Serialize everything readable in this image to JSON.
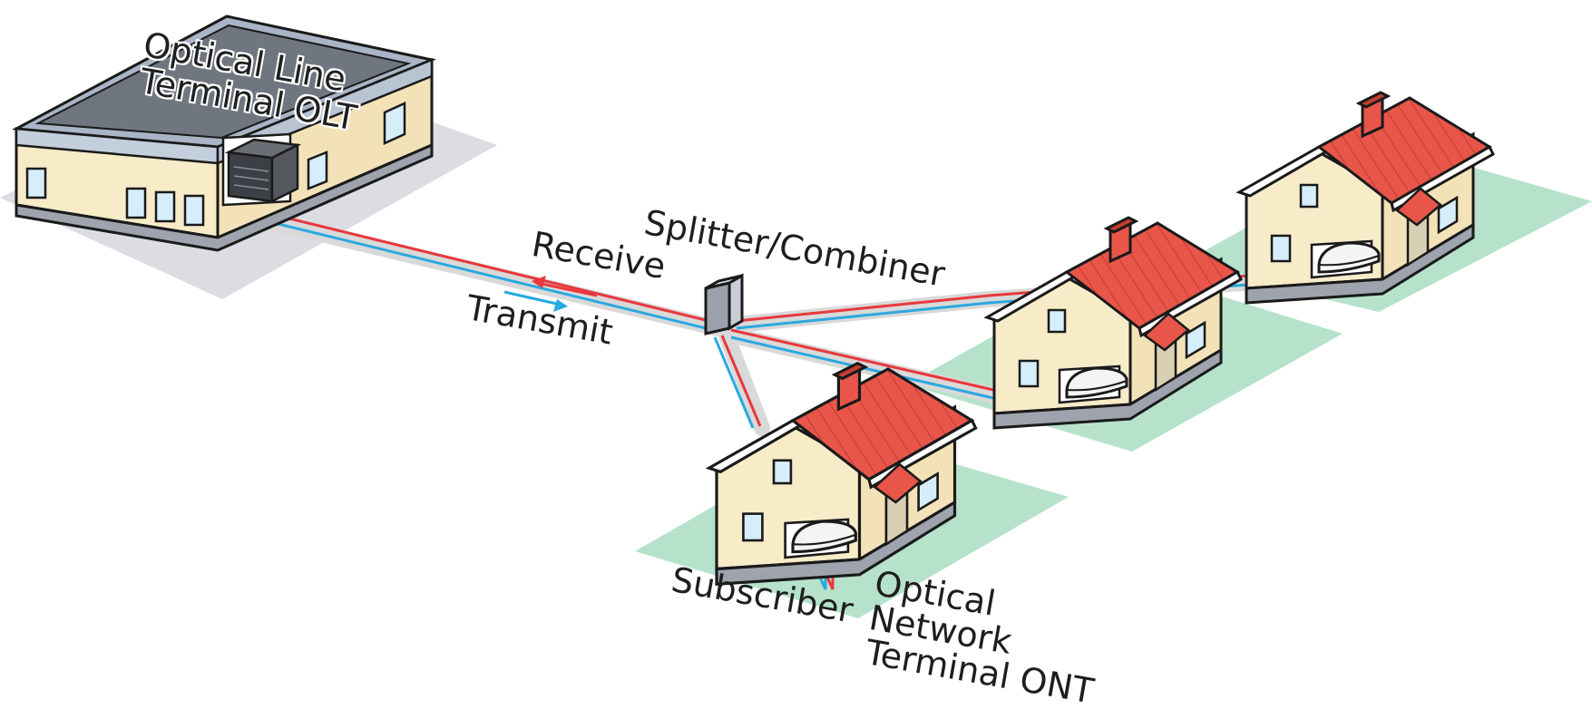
{
  "labels": {
    "olt_line1": "Optical Line",
    "olt_line2": "Terminal OLT",
    "receive": "Receive",
    "transmit": "Transmit",
    "splitter": "Splitter/Combiner",
    "subscriber": "Subscriber",
    "ont_line1": "Optical",
    "ont_line2": "Network",
    "ont_line3": "Terminal ONT"
  },
  "colors": {
    "receive_fiber": "#e8383d",
    "transmit_fiber": "#2aa8e0",
    "roof": "#e8564a",
    "wall": "#f7ebc8",
    "lawn": "#b6e2cb",
    "shadow": "#dcdde3",
    "conduit": "#d9d9d9"
  },
  "icons": [
    "olt-cabinet-icon",
    "splitter-box-icon",
    "ont-device-icon",
    "house-icon",
    "office-building-icon"
  ]
}
